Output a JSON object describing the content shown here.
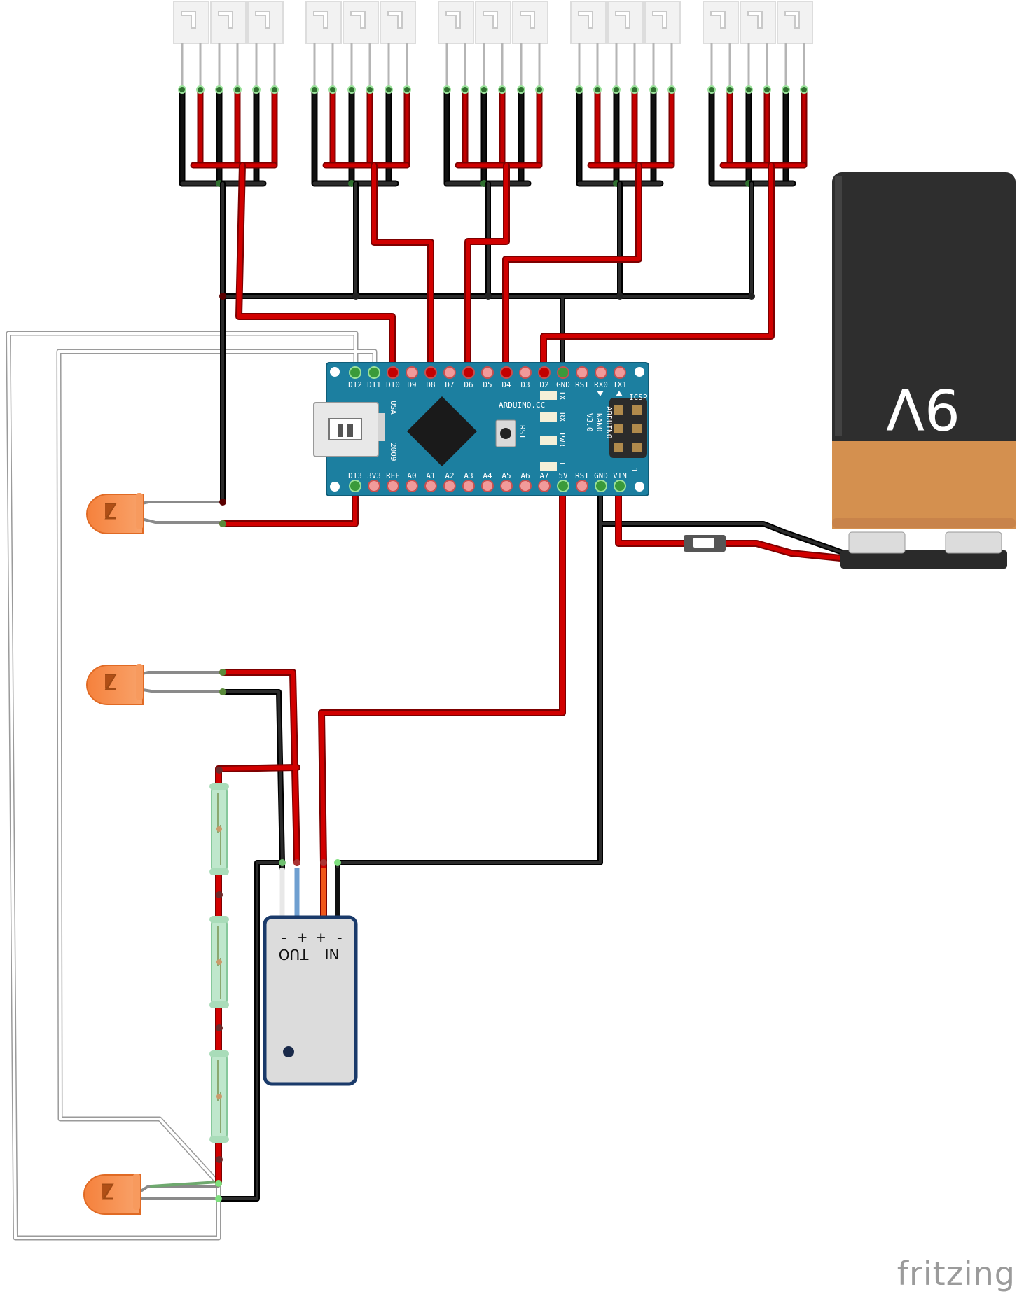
{
  "colors": {
    "board": "#1c7fa0",
    "wire_red": "#c40000",
    "wire_black": "#111111",
    "wire_gray": "#bdbdbd",
    "led_orange": "#f37a34",
    "battery_top": "#333333",
    "battery_bottom": "#d4904f",
    "reed_green": "#b6e3c4",
    "module_gray": "#dcdcdc",
    "module_border": "#1a3a6a"
  },
  "watermark": "fritzing",
  "battery": {
    "label": "9V"
  },
  "arduino": {
    "top_pins": [
      "D12",
      "D11",
      "D10",
      "D9",
      "D8",
      "D7",
      "D6",
      "D5",
      "D4",
      "D3",
      "D2",
      "GND",
      "RST",
      "RX0",
      "TX1"
    ],
    "bottom_pins": [
      "D13",
      "3V3",
      "REF",
      "A0",
      "A1",
      "A2",
      "A3",
      "A4",
      "A5",
      "A6",
      "A7",
      "5V",
      "RST",
      "GND",
      "VIN"
    ],
    "brand": "ARDUINO.CC",
    "model_lines": [
      "ARDUINO",
      "NANO",
      "V3.0"
    ],
    "usa": "USA",
    "year": "2009",
    "rst": "RST",
    "icsp": "ICSP",
    "icsp_pin1": "1",
    "leds": [
      "TX",
      "RX",
      "PWR",
      "L"
    ]
  },
  "dc_module": {
    "signs": "- + + -",
    "out": "OUT",
    "in": "IN"
  }
}
